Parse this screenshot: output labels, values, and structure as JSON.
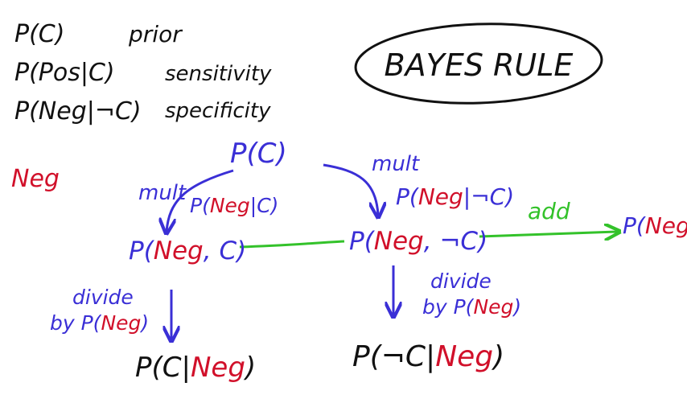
{
  "definitions": [
    {
      "term": "P(C)",
      "meaning": "prior"
    },
    {
      "term": "P(Pos|C)",
      "meaning": "sensitivity"
    },
    {
      "term": "P(Neg|¬C)",
      "meaning": "specificity"
    }
  ],
  "title": "BAYES RULE",
  "observation": "Neg",
  "nodes": {
    "prior": "P(C)",
    "joint_c": {
      "pre": "P(",
      "neg": "Neg",
      "post": ", C)"
    },
    "joint_notc": {
      "pre": "P(",
      "neg": "Neg",
      "post": ", ¬C)"
    },
    "total": {
      "pre": "P(",
      "neg": "Neg",
      "post": ")"
    },
    "posterior_c": {
      "pre": "P(C|",
      "neg": "Neg",
      "post": ")"
    },
    "posterior_notc": {
      "pre": "P(¬C|",
      "neg": "Neg",
      "post": ")"
    }
  },
  "edges": {
    "mult_left": "mult",
    "mult_left_factor": {
      "pre": "P(",
      "neg": "Neg",
      "post": "|C)"
    },
    "mult_right": "mult",
    "mult_right_factor": {
      "pre": "P(",
      "neg": "Neg",
      "post": "|¬C)"
    },
    "add": "add",
    "divide_left_1": "divide",
    "divide_left_2": {
      "pre": "by P(",
      "neg": "Neg",
      "post": ")"
    },
    "divide_right_1": "divide",
    "divide_right_2": {
      "pre": "by P(",
      "neg": "Neg",
      "post": ")"
    }
  },
  "colors": {
    "ink": "#111111",
    "blue": "#3a2fd6",
    "red": "#d1102a",
    "green": "#33c22a"
  }
}
